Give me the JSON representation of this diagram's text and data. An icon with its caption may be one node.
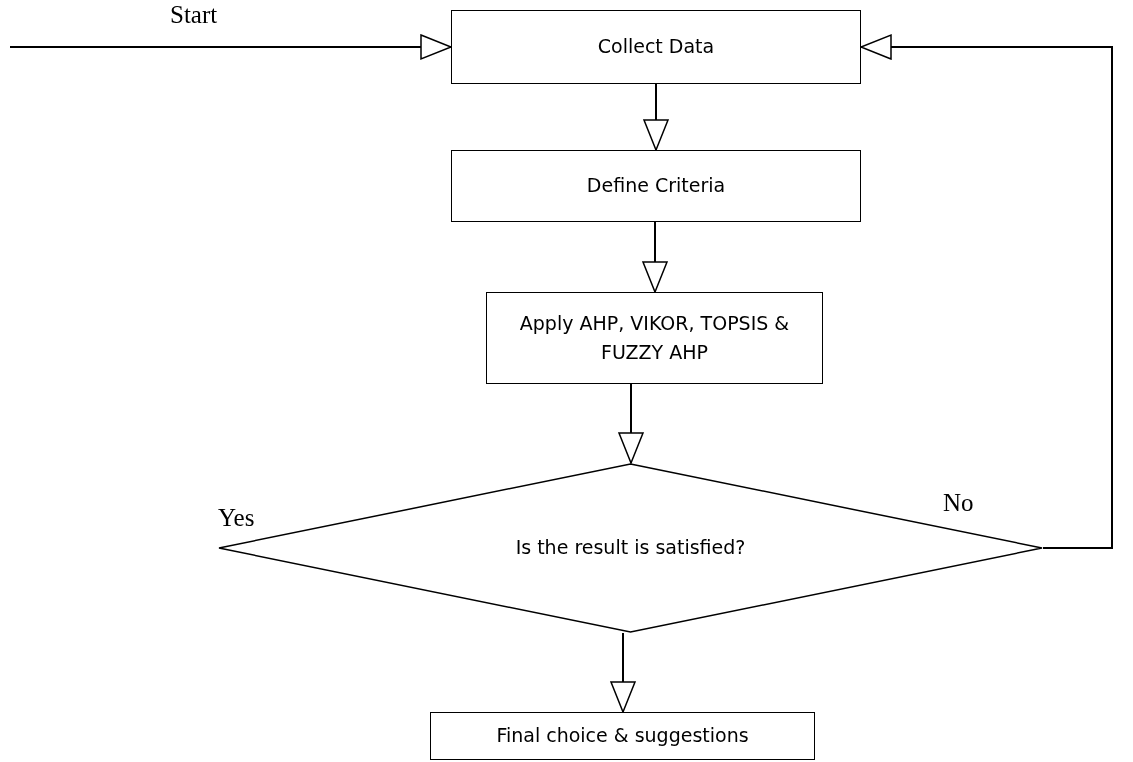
{
  "diagram": {
    "nodes": [
      {
        "text": [
          "Collect Data"
        ]
      },
      {
        "text": [
          "Define Criteria"
        ]
      },
      {
        "text": [
          "Apply AHP, VIKOR, TOPSIS & FUZZY AHP"
        ]
      },
      {
        "text": [
          "Is the result is satisfied?"
        ]
      },
      {
        "text": [
          "Final choice & suggestions"
        ]
      }
    ],
    "edges": [
      {
        "from": null,
        "to": 0,
        "arrow": "to",
        "label": "Start"
      },
      {
        "from": 0,
        "to": 1,
        "arrow": "to"
      },
      {
        "from": 1,
        "to": 2,
        "arrow": "to"
      },
      {
        "from": 2,
        "to": 3,
        "arrow": "to"
      },
      {
        "from": 3,
        "to": 4,
        "arrow": "to"
      },
      {
        "from": 3,
        "to": 0,
        "arrow": "to",
        "label": "No"
      }
    ],
    "labels": [
      "Yes"
    ]
  }
}
